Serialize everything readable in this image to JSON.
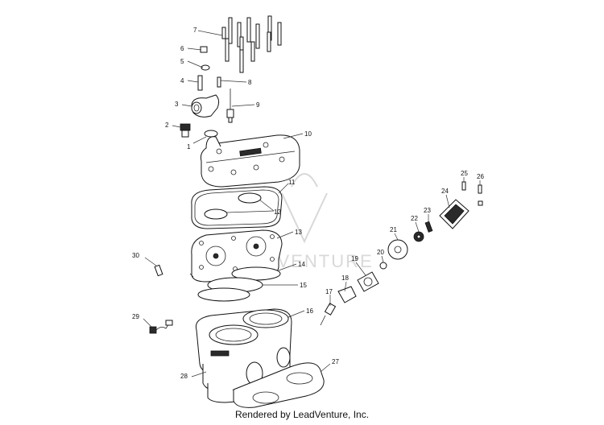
{
  "watermark": {
    "text": "ADVENTURE"
  },
  "callouts": [
    {
      "label": "1"
    },
    {
      "label": "2"
    },
    {
      "label": "3"
    },
    {
      "label": "4"
    },
    {
      "label": "5"
    },
    {
      "label": "6"
    },
    {
      "label": "7"
    },
    {
      "label": "8"
    },
    {
      "label": "9"
    },
    {
      "label": "10"
    },
    {
      "label": "11"
    },
    {
      "label": "12"
    },
    {
      "label": "13"
    },
    {
      "label": "14"
    },
    {
      "label": "15"
    },
    {
      "label": "16"
    },
    {
      "label": "17"
    },
    {
      "label": "18"
    },
    {
      "label": "19"
    },
    {
      "label": "20"
    },
    {
      "label": "21"
    },
    {
      "label": "22"
    },
    {
      "label": "23"
    },
    {
      "label": "24"
    },
    {
      "label": "25"
    },
    {
      "label": "26"
    },
    {
      "label": "27"
    },
    {
      "label": "28"
    },
    {
      "label": "29"
    },
    {
      "label": "30"
    }
  ],
  "footer": {
    "text": "Rendered by LeadVenture, Inc."
  }
}
